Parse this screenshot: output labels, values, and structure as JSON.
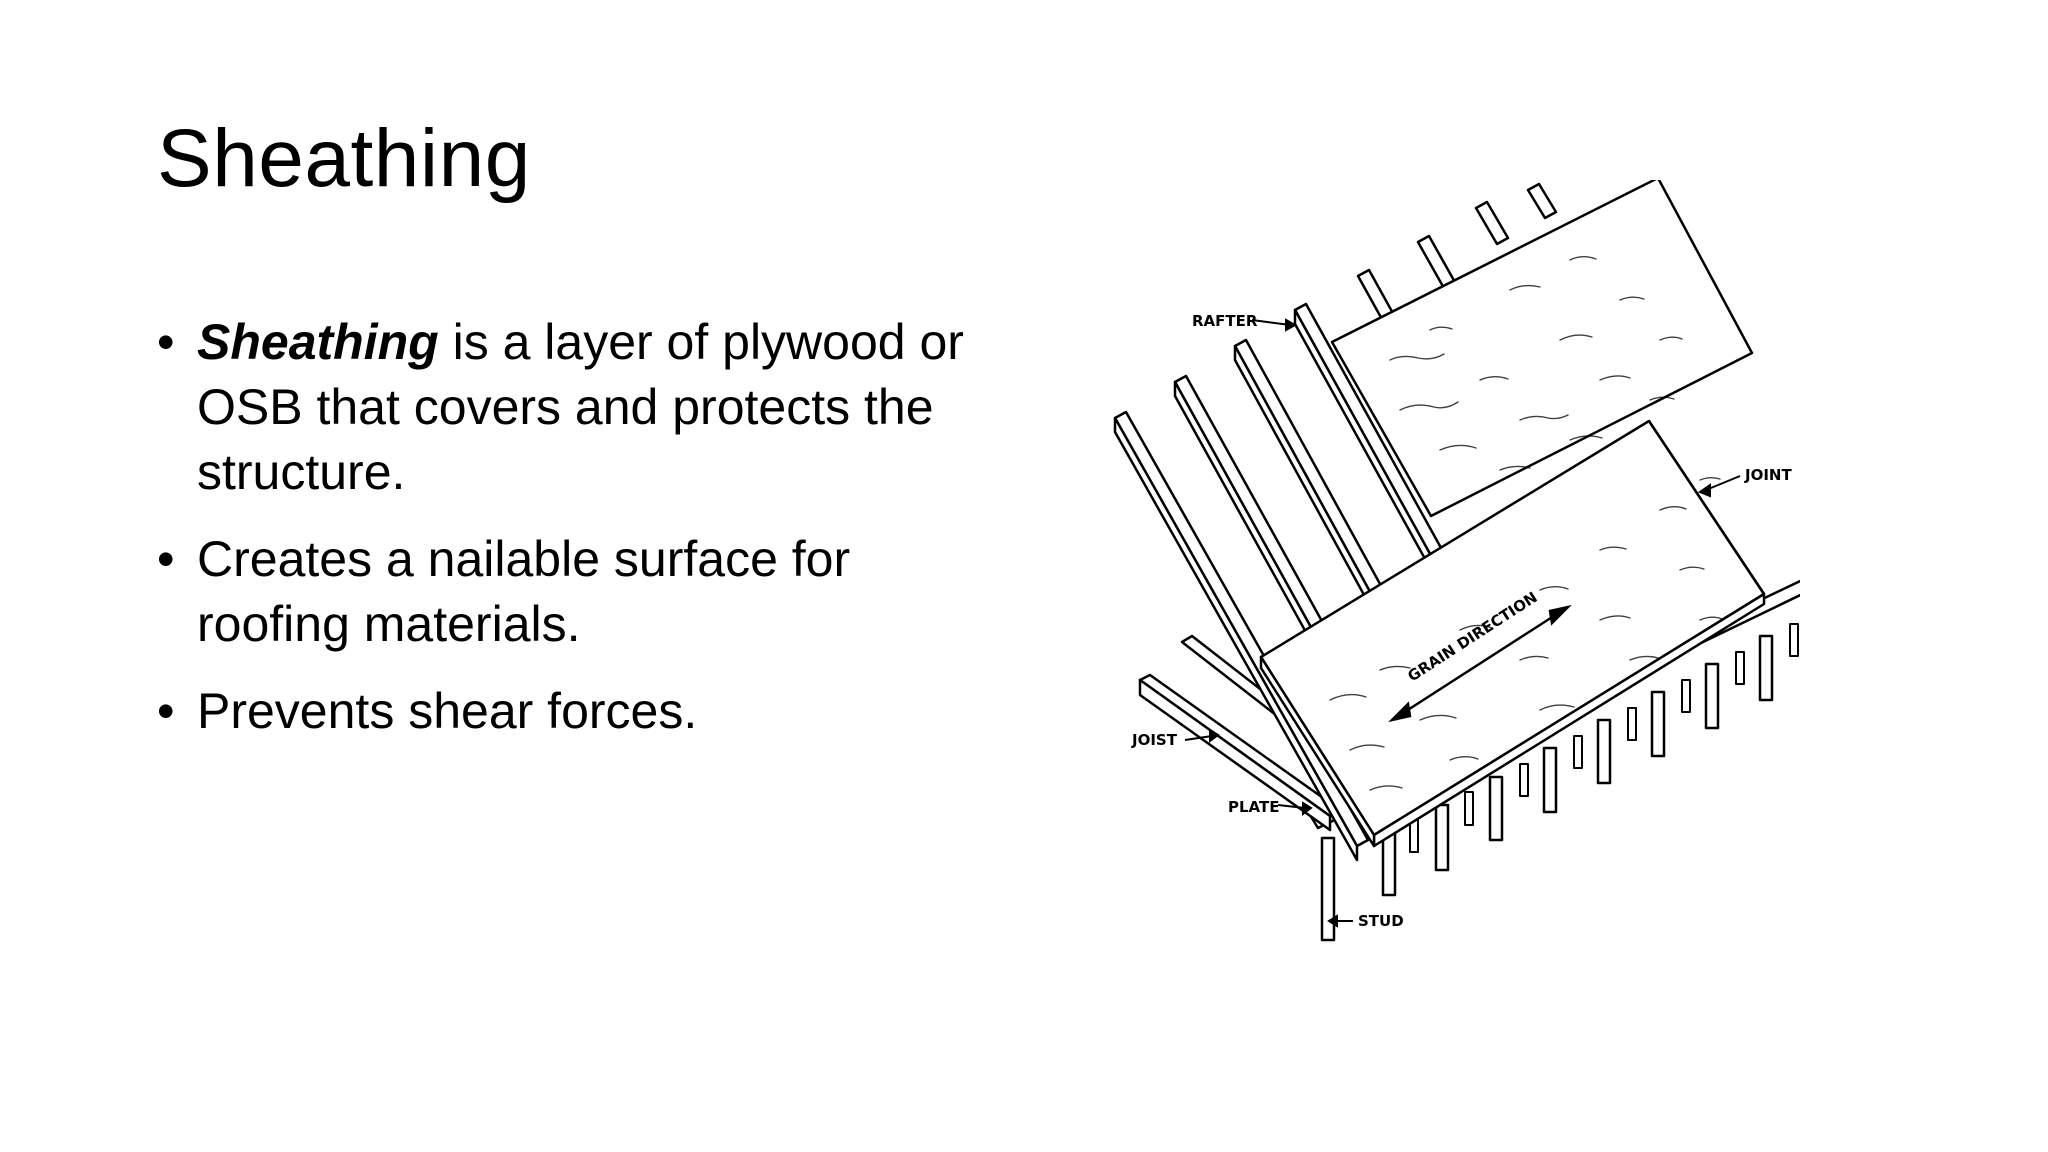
{
  "slide": {
    "title": "Sheathing",
    "bullets": [
      {
        "term": "Sheathing",
        "text": " is a layer of plywood or OSB that covers and protects the structure."
      },
      {
        "text": "Creates a nailable surface for roofing materials."
      },
      {
        "text": "Prevents shear forces."
      }
    ],
    "bullet_glyph": "•"
  },
  "figure": {
    "labels": {
      "rafter": "RAFTER",
      "joint": "JOINT",
      "grain": "GRAIN DIRECTION",
      "joist": "JOIST",
      "plate": "PLATE",
      "stud": "STUD"
    }
  }
}
